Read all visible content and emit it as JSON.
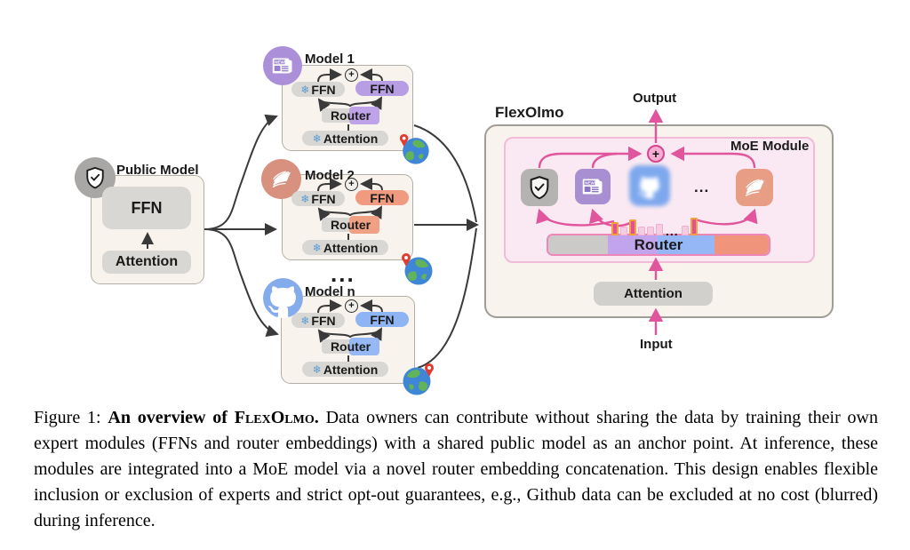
{
  "figure": {
    "glyphs": {
      "snowflake": "❄",
      "plus": "+",
      "ellipsis": "..."
    },
    "colors": {
      "pink_arrow": "#e0559b",
      "dark_arrow": "#3a3a3a",
      "cream": "#f8f3ec",
      "gray_pill": "#d9d7d3",
      "bar_highlight": "#e34f9b",
      "bar_highlight_border": "#f0a23c",
      "bar_light": "#f5cde0",
      "bar_light_border": "#efaed0",
      "snowflake_blue": "#5b9bd5"
    },
    "public_model": {
      "title": "Public Model",
      "ffn_label": "FFN",
      "attention_label": "Attention",
      "badge_color": "#a9a7a5"
    },
    "models_ellipsis": "...",
    "models": [
      {
        "name": "Model 1",
        "icon": "news-icon",
        "badge_color": "#ab8fd8",
        "accent": "#b79de4",
        "router_accent": "#bfa3e9",
        "ffn_frozen_label": "FFN",
        "ffn_expert_label": "FFN",
        "router_label": "Router",
        "attention_label": "Attention"
      },
      {
        "name": "Model 2",
        "icon": "book-icon",
        "badge_color": "#d8917f",
        "accent": "#f09b7f",
        "router_accent": "#f0a184",
        "ffn_frozen_label": "FFN",
        "ffn_expert_label": "FFN",
        "router_label": "Router",
        "attention_label": "Attention"
      },
      {
        "name": "Model n",
        "icon": "github-icon",
        "badge_color": "#84abec",
        "accent": "#8fb4f4",
        "router_accent": "#96b9f6",
        "ffn_frozen_label": "FFN",
        "ffn_expert_label": "FFN",
        "router_label": "Router",
        "attention_label": "Attention"
      }
    ],
    "flexolmo": {
      "title": "FlexOlmo",
      "output_label": "Output",
      "input_label": "Input",
      "moe": {
        "title": "MoE Module",
        "router_label": "Router",
        "attention_label": "Attention",
        "ellipsis": "...",
        "experts": [
          "shield",
          "news",
          "github (blurred / excluded)",
          "book"
        ],
        "expert_colors": {
          "shield": "#b5b2b2",
          "news": "#a78fd2",
          "github": "#7ea8ee",
          "book": "#e79e85"
        },
        "router_segments": [
          {
            "color": "#cbcac8"
          },
          {
            "color": "#c2a4ec"
          },
          {
            "color": "#95b7f5"
          },
          {
            "color": "#f0947c"
          }
        ],
        "bars": [
          {
            "h": 15,
            "highlight": true
          },
          {
            "h": 10,
            "highlight": false
          },
          {
            "h": 18,
            "highlight": true
          },
          {
            "h": 10,
            "highlight": false
          },
          {
            "h": 10,
            "highlight": false
          },
          {
            "h": 13,
            "highlight": false
          },
          {
            "dots": true
          },
          {
            "h": 11,
            "highlight": false
          },
          {
            "h": 20,
            "highlight": true
          }
        ]
      }
    }
  },
  "caption": {
    "figure_label": "Figure 1: ",
    "bold_intro": "An overview of ",
    "bold_name": "FlexOlmo.",
    "body": " Data owners can contribute without sharing the data by training their own expert modules (FFNs and router embeddings) with a shared public model as an anchor point. At inference, these modules are integrated into a MoE model via a novel router embedding concatenation. This design enables flexible inclusion or exclusion of experts and strict opt-out guarantees, e.g., Github data can be excluded at no cost (blurred) during inference."
  }
}
